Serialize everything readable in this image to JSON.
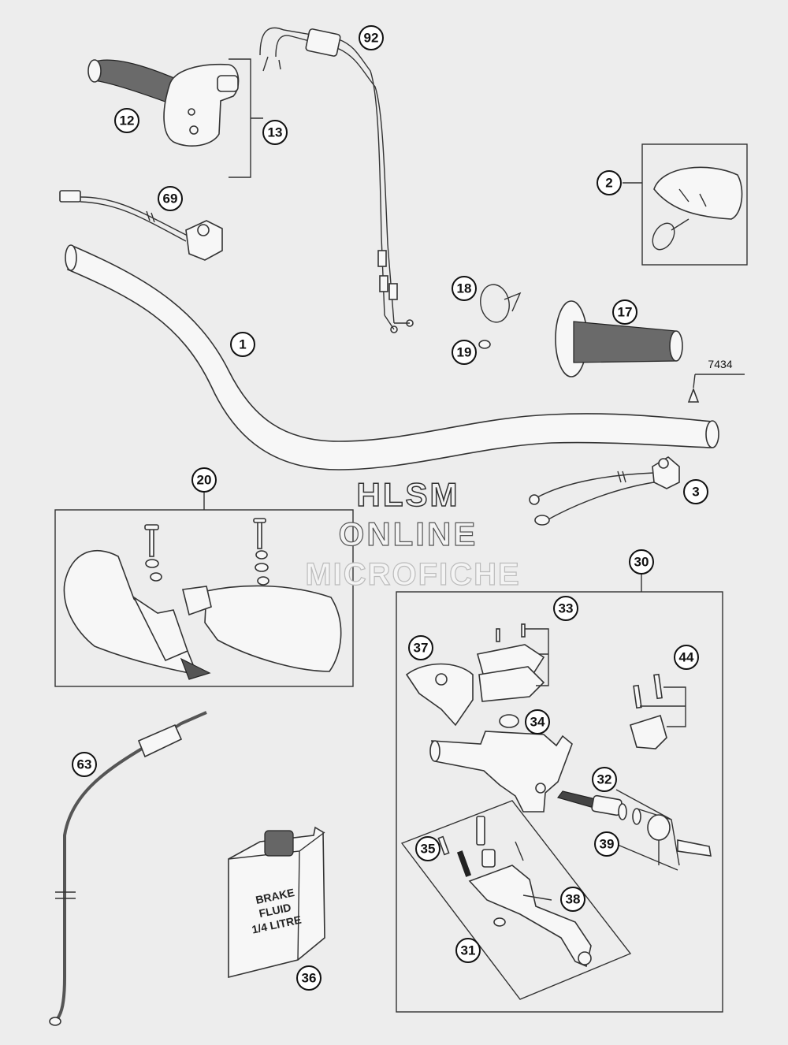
{
  "watermark": {
    "line1": "HLSM",
    "line2": "ONLINE",
    "line3": "MICROFICHE"
  },
  "callouts": {
    "c1": "1",
    "c2": "2",
    "c3": "3",
    "c12": "12",
    "c13": "13",
    "c17": "17",
    "c18": "18",
    "c19": "19",
    "c20": "20",
    "c30": "30",
    "c31": "31",
    "c32": "32",
    "c33": "33",
    "c34": "34",
    "c35": "35",
    "c36": "36",
    "c37": "37",
    "c38": "38",
    "c39": "39",
    "c44": "44",
    "c63": "63",
    "c69": "69",
    "c92": "92"
  },
  "reference_code": "7434",
  "bottle_label": {
    "line1": "BRAKE",
    "line2": "FLUID",
    "line3": "1/4 LITRE"
  },
  "colors": {
    "background": "#ededed",
    "stroke": "#333333",
    "callout_fill": "#ffffff"
  }
}
